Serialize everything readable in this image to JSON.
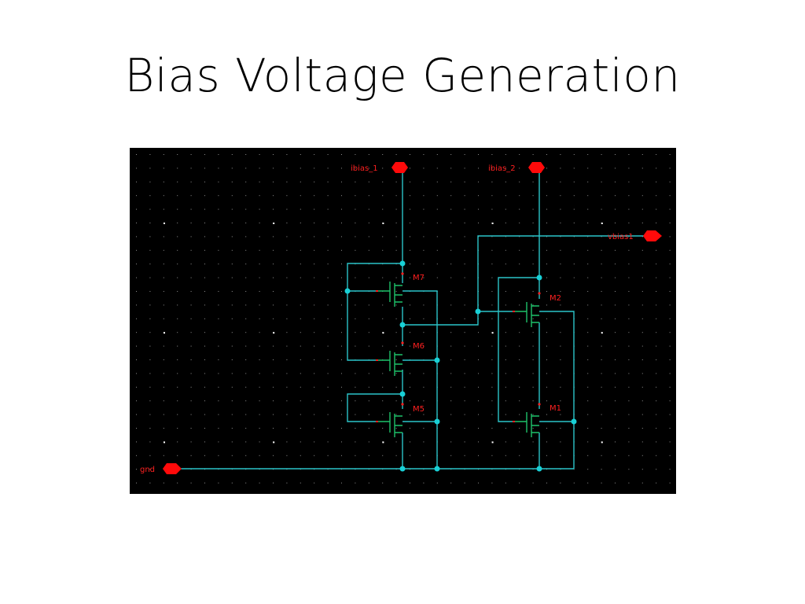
{
  "slide": {
    "title": "Bias Voltage Generation"
  },
  "schematic": {
    "pins": [
      {
        "id": "ibias_1",
        "label": "ibias_1"
      },
      {
        "id": "ibias_2",
        "label": "ibias_2"
      },
      {
        "id": "vbias1",
        "label": "vbias1"
      },
      {
        "id": "gnd",
        "label": "gnd"
      }
    ],
    "devices": [
      {
        "id": "M7",
        "label": "M7"
      },
      {
        "id": "M6",
        "label": "M6"
      },
      {
        "id": "M5",
        "label": "M5"
      },
      {
        "id": "M2",
        "label": "M2"
      },
      {
        "id": "M1",
        "label": "M1"
      }
    ]
  },
  "colors": {
    "background": "#000000",
    "wire": "#2bc4c9",
    "transistor": "#1ec26a",
    "label": "#ff2020",
    "grid_dot": "#bdbdbd"
  }
}
